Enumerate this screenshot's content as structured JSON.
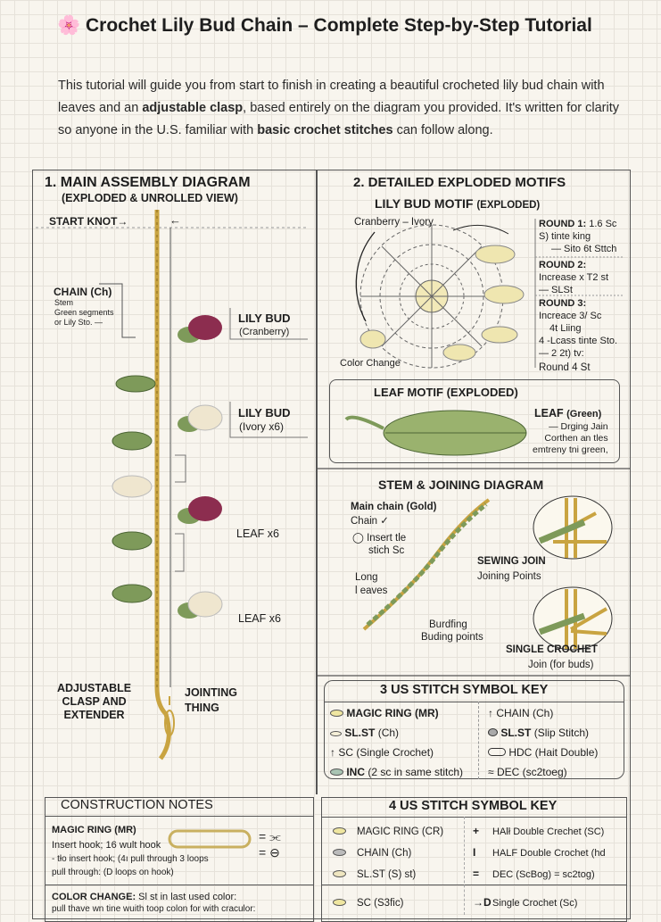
{
  "header": {
    "emoji": "🌸",
    "title": "Crochet Lily Bud Chain – Complete Step-by-Step Tutorial"
  },
  "intro": {
    "p1": "This tutorial will guide you from start to finish in creating a beautiful crocheted lily bud chain with leaves and an ",
    "b1": "adjustable clasp",
    "p2": ", based entirely on the diagram you provided. It's written for clarity so anyone in the U.S. familiar with ",
    "b2": "basic crochet stitches",
    "p3": " can follow along."
  },
  "assembly": {
    "title": "1. MAIN ASSEMBLY DIAGRAM",
    "subtitle": "(EXPLODED & UNROLLED VIEW)",
    "start_knot": "START KNOT→",
    "arrow": "←",
    "chain_title": "CHAIN (Ch)",
    "chain_lines": [
      "Stem",
      "Green segments",
      "or Lily Sto. —"
    ],
    "bud1_title": "LILY BUD",
    "bud1_sub": "(Cranberry)",
    "bud2_title": "LILY BUD",
    "bud2_sub": "(Ivory x6)",
    "leaf1": "LEAF x6",
    "leaf2": "LEAF x6",
    "clasp": [
      "ADJUSTABLE",
      "CLASP AND",
      "EXTENDER"
    ],
    "jointing": [
      "JOINTING",
      "THING"
    ]
  },
  "motifs": {
    "title": "2. DETAILED EXPLODED MOTIFS",
    "lily_title": "LILY BUD MOTIF",
    "lily_sub": "(EXPLODED)",
    "color_label": "Cranberry – Ivory",
    "color_change": "Color Change",
    "rounds": [
      {
        "title": "ROUND 1:",
        "title_extra": " 1.6 Sc",
        "lines": [
          "S) tinte king",
          "— Sito 6t Sttch"
        ]
      },
      {
        "title": "ROUND 2:",
        "title_extra": "",
        "lines": [
          "Increase x T2 st",
          "— SLSt"
        ]
      },
      {
        "title": "ROUND 3:",
        "title_extra": "",
        "lines": [
          "Increace 3/ Sc",
          "4t Liing",
          "4 -Lcass tinte Sto.",
          "— 2 2t) tv:",
          "Round 4 St"
        ]
      }
    ],
    "leaf_title": "LEAF MOTIF (EXPLODED)",
    "leaf_label": "LEAF",
    "leaf_sub": "(Green)",
    "leaf_lines": [
      "— Drging Jain",
      "Corthen an tles",
      "emtreny tni green,"
    ]
  },
  "stem": {
    "title": "STEM & JOINING DIAGRAM",
    "main_chain": "Main chain (Gold)",
    "chain": "Chain ✓",
    "insert": [
      "◯ Insert tle",
      "stich Sc"
    ],
    "long": [
      "Long",
      "l eaves"
    ],
    "budding": [
      "Burdfing",
      "Buding points"
    ],
    "sewing": "SEWING JOIN",
    "sewing_sub": "Joining Points",
    "single": "SINGLE CROCHET",
    "single_sub": "Join (for buds)"
  },
  "key3": {
    "title": "3 US STITCH SYMBOL KEY",
    "rows": [
      {
        "l_icon": "oval-yellow",
        "l_b": "MAGIC RING (MR)",
        "l": "",
        "r_icon": "arrow-up",
        "r_b": "",
        "r": "CHAIN (Ch)"
      },
      {
        "l_icon": "oval-small",
        "l_b": "SL.ST",
        "l": " (Ch)",
        "r_icon": "dot-gray",
        "r_b": "SL.ST",
        "r": " (Slip Stitch)"
      },
      {
        "l_icon": "arrow-up",
        "l_b": "",
        "l": "SC (Single Crochet)",
        "r_icon": "oval-outline",
        "r_b": "",
        "r": "HDC (Hait Double)"
      },
      {
        "l_icon": "oval-teal",
        "l_b": "INC",
        "l": " (2 sc in same stitch)",
        "r_icon": "squiggle",
        "r_b": "",
        "r": "DEC (sc2toeg)"
      }
    ]
  },
  "key4": {
    "title": "4 US STITCH SYMBOL KEY",
    "rows": [
      {
        "l": "MAGIC RING (CR)",
        "r_sym": "+",
        "r": "HAlł Double Crechet (SC)"
      },
      {
        "l": "CHAIN (Ch)",
        "r_sym": "I",
        "r": "HALF Double Crochet (hd"
      },
      {
        "l": "SL.ST (S) st)",
        "r_sym": "=",
        "r": "DEC (ScBog) = sc2tog)"
      },
      {
        "l": "SC (S3fic)",
        "r_sym": "→D",
        "r": "Single Crochet (Sc)"
      }
    ]
  },
  "notes": {
    "title": "CONSTRUCTION NOTES",
    "mr_title": "MAGIC RING (MR)",
    "mr_lines": [
      "Insert hook; 16 wult hook",
      "- tło insert hook; (4ı pull through 3 loops",
      "pull through: (D loops on hook)"
    ],
    "cc_title": "COLOR CHANGE:",
    "cc_text": " Sl st in last used color:",
    "cc_line2": "pull thave wn tine wuith toop colon for with craculor:"
  },
  "colors": {
    "gold": "#c9a441",
    "green": "#7e9a5a",
    "cranberry": "#8c2d4f",
    "ivory": "#efe6cf",
    "line": "#555555"
  }
}
